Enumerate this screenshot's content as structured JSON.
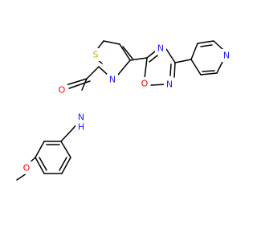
{
  "atoms": {
    "s_thiazole": {
      "text": "S",
      "color": "#c7b200"
    },
    "n_thiazole": {
      "text": "N",
      "color": "#2020ff"
    },
    "o_amide": {
      "text": "O",
      "color": "#ff0000"
    },
    "nh_amide": {
      "text": "N",
      "color": "#2020ff"
    },
    "h_amide": {
      "text": "H",
      "color": "#2020ff"
    },
    "o_oxadiazole": {
      "text": "O",
      "color": "#ff0000"
    },
    "n_oxadiazole_top": {
      "text": "N",
      "color": "#2020ff"
    },
    "n_oxadiazole_bottom": {
      "text": "N",
      "color": "#2020ff"
    },
    "n_pyridine": {
      "text": "N",
      "color": "#2020ff"
    },
    "o_methoxy": {
      "text": "O",
      "color": "#ff0000"
    }
  }
}
